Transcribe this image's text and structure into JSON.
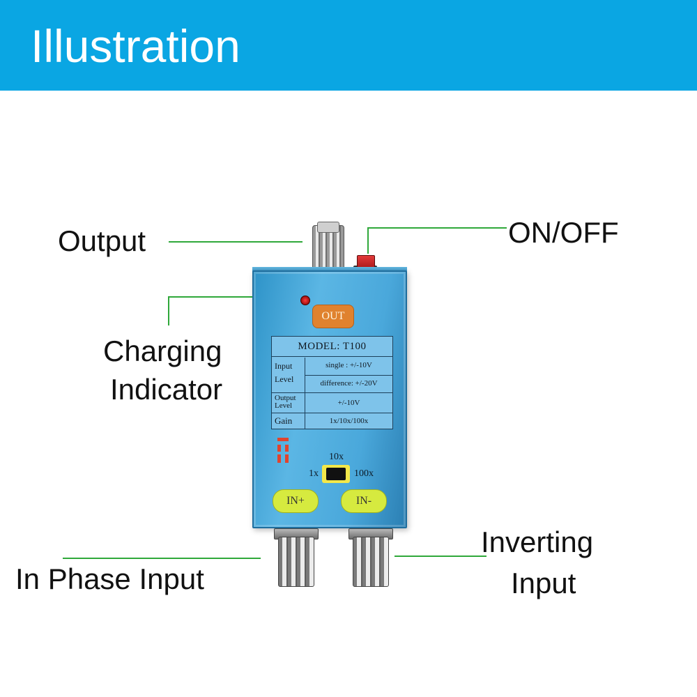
{
  "header": {
    "title": "Illustration",
    "background": "#0aa6e3"
  },
  "callouts": {
    "output": "Output",
    "on_off": "ON/OFF",
    "charging_line1": "Charging",
    "charging_line2": "Indicator",
    "in_phase": "In Phase Input",
    "inverting_line1": "Inverting",
    "inverting_line2": "Input",
    "leader_color": "#2fa83a"
  },
  "device": {
    "out_badge": "OUT",
    "panel": {
      "model": "MODEL: T100",
      "input_key_1": "Input",
      "input_key_2": "Level",
      "input_single": "single : +/-10V",
      "input_difference": "difference: +/-20V",
      "output_key_1": "Output",
      "output_key_2": "Level",
      "output_value": "+/-10V",
      "gain_key": "Gain",
      "gain_value": "1x/10x/100x"
    },
    "gain_switch": {
      "label_top": "10x",
      "label_left": "1x",
      "label_right": "100x"
    },
    "in_plus": "IN+",
    "in_minus": "IN-"
  }
}
